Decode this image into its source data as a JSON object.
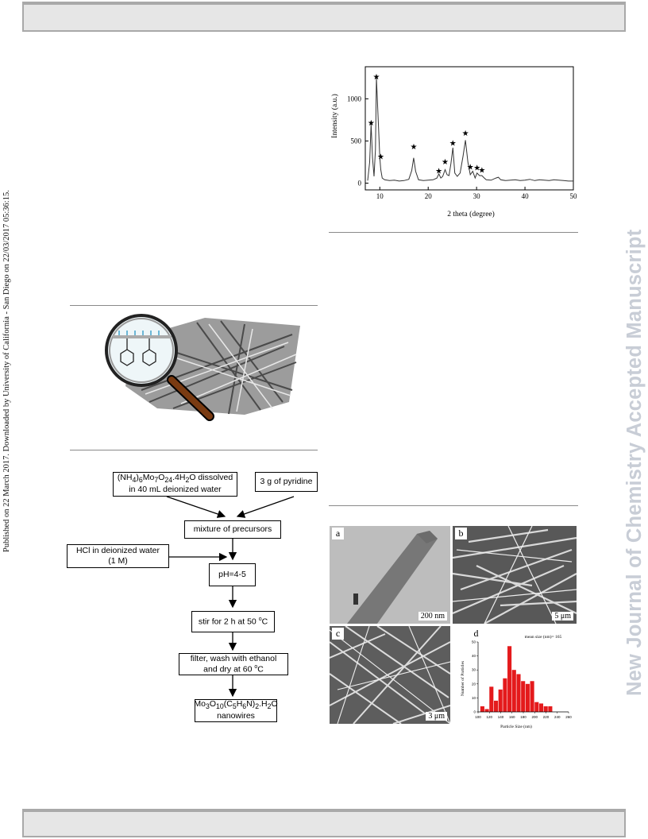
{
  "side_note": "Published on 22 March 2017. Downloaded by University of California - San Diego on 22/03/2017 05:36:15.",
  "watermark": "New Journal of Chemistry Accepted Manuscript",
  "xrd_chart": {
    "chart_data": {
      "type": "line",
      "xlabel": "2 theta (degree)",
      "ylabel": "Intensity (a.u.)",
      "xlim": [
        7,
        50
      ],
      "ylim": [
        -80,
        1380
      ],
      "xticks": [
        10,
        20,
        30,
        40,
        50
      ],
      "yticks": [
        0,
        500,
        1000
      ],
      "grid": false,
      "x": [
        7.5,
        7.9,
        8.2,
        8.5,
        8.8,
        9.1,
        9.3,
        9.7,
        10.0,
        10.2,
        10.5,
        11,
        12,
        13,
        14,
        15,
        16,
        16.6,
        17.0,
        17.4,
        18,
        19,
        20,
        21,
        21.8,
        22.2,
        22.6,
        23,
        23.5,
        23.9,
        24.3,
        24.7,
        25.1,
        25.5,
        26,
        26.6,
        27.2,
        27.7,
        28.2,
        28.7,
        29.2,
        29.7,
        30.1,
        30.6,
        31.1,
        31.6,
        32,
        33,
        34,
        34.5,
        35,
        36,
        37,
        38,
        39,
        40,
        41,
        42,
        43,
        44,
        45,
        46,
        47,
        48,
        49,
        50
      ],
      "y": [
        30,
        250,
        700,
        300,
        80,
        400,
        1250,
        700,
        300,
        160,
        60,
        40,
        30,
        35,
        25,
        30,
        45,
        150,
        300,
        140,
        40,
        30,
        35,
        40,
        60,
        110,
        60,
        80,
        160,
        100,
        90,
        230,
        420,
        120,
        80,
        120,
        320,
        510,
        250,
        100,
        140,
        60,
        120,
        90,
        90,
        60,
        40,
        35,
        60,
        70,
        40,
        30,
        35,
        40,
        30,
        35,
        45,
        30,
        40,
        35,
        30,
        40,
        35,
        30,
        25,
        25
      ],
      "markers": [
        {
          "x": 8.2,
          "y": 700
        },
        {
          "x": 9.3,
          "y": 1250
        },
        {
          "x": 10.2,
          "y": 300
        },
        {
          "x": 17.0,
          "y": 420
        },
        {
          "x": 22.2,
          "y": 130
        },
        {
          "x": 23.5,
          "y": 240
        },
        {
          "x": 25.1,
          "y": 460
        },
        {
          "x": 27.7,
          "y": 580
        },
        {
          "x": 28.7,
          "y": 180
        },
        {
          "x": 30.1,
          "y": 170
        },
        {
          "x": 31.1,
          "y": 140
        }
      ]
    }
  },
  "flowchart": {
    "box_precursor_a_line1": "(NH",
    "box_precursor_a_sub1": "4",
    "box_precursor_a_mid1": ")",
    "box_precursor_a_sub2": "6",
    "box_precursor_a_mid2": "Mo",
    "box_precursor_a_sub3": "7",
    "box_precursor_a_mid3": "O",
    "box_precursor_a_sub4": "24",
    "box_precursor_a_end": ".4H",
    "box_precursor_a_sub5": "2",
    "box_precursor_a_end2": "O dissolved",
    "box_precursor_a_line2": "in 40 mL deionized water",
    "box_precursor_b": "3 g of pyridine",
    "box_mixture": "mixture of precursors",
    "box_hcl_line1": "HCl in deionized water",
    "box_hcl_line2": "(1 M)",
    "box_ph": "pH=4-5",
    "box_stir_a": "stir for 2 h at 50 ",
    "box_stir_sup": "o",
    "box_stir_b": "C",
    "box_filter_line1": "filter, wash with ethanol",
    "box_filter_a": "and dry at 60 ",
    "box_filter_sup": "o",
    "box_filter_b": "C",
    "box_product_a": "Mo",
    "box_product_s1": "3",
    "box_product_b": "O",
    "box_product_s2": "10",
    "box_product_c": "(C",
    "box_product_s3": "5",
    "box_product_d": "H",
    "box_product_s4": "6",
    "box_product_e": "N)",
    "box_product_s5": "2",
    "box_product_f": ".H",
    "box_product_s6": "2",
    "box_product_g": "O",
    "box_product_line2": "nanowires"
  },
  "micrographs": {
    "panel_a_label": "a",
    "panel_a_scale": "200 nm",
    "panel_b_label": "b",
    "panel_b_scale": "5 μm",
    "panel_c_label": "c",
    "panel_c_scale": "3 μm",
    "panel_d_label": "d",
    "histogram": {
      "chart_data": {
        "type": "bar",
        "title": "mean size (nm)= 165",
        "xlabel": "Particle Size (nm)",
        "ylabel": "Number of Particles",
        "xlim": [
          100,
          260
        ],
        "ylim": [
          0,
          50
        ],
        "xticks": [
          100,
          120,
          140,
          160,
          180,
          200,
          220,
          240,
          260
        ],
        "yticks": [
          0,
          10,
          20,
          30,
          40,
          50
        ],
        "bin_width": 8,
        "bins": [
          108,
          116,
          124,
          132,
          140,
          148,
          156,
          164,
          172,
          180,
          188,
          196,
          204,
          212,
          220,
          228,
          236
        ],
        "values": [
          4,
          2,
          18,
          8,
          16,
          24,
          47,
          30,
          27,
          22,
          20,
          22,
          7,
          6,
          4,
          4,
          0
        ],
        "color": "#e41a1c"
      }
    }
  }
}
